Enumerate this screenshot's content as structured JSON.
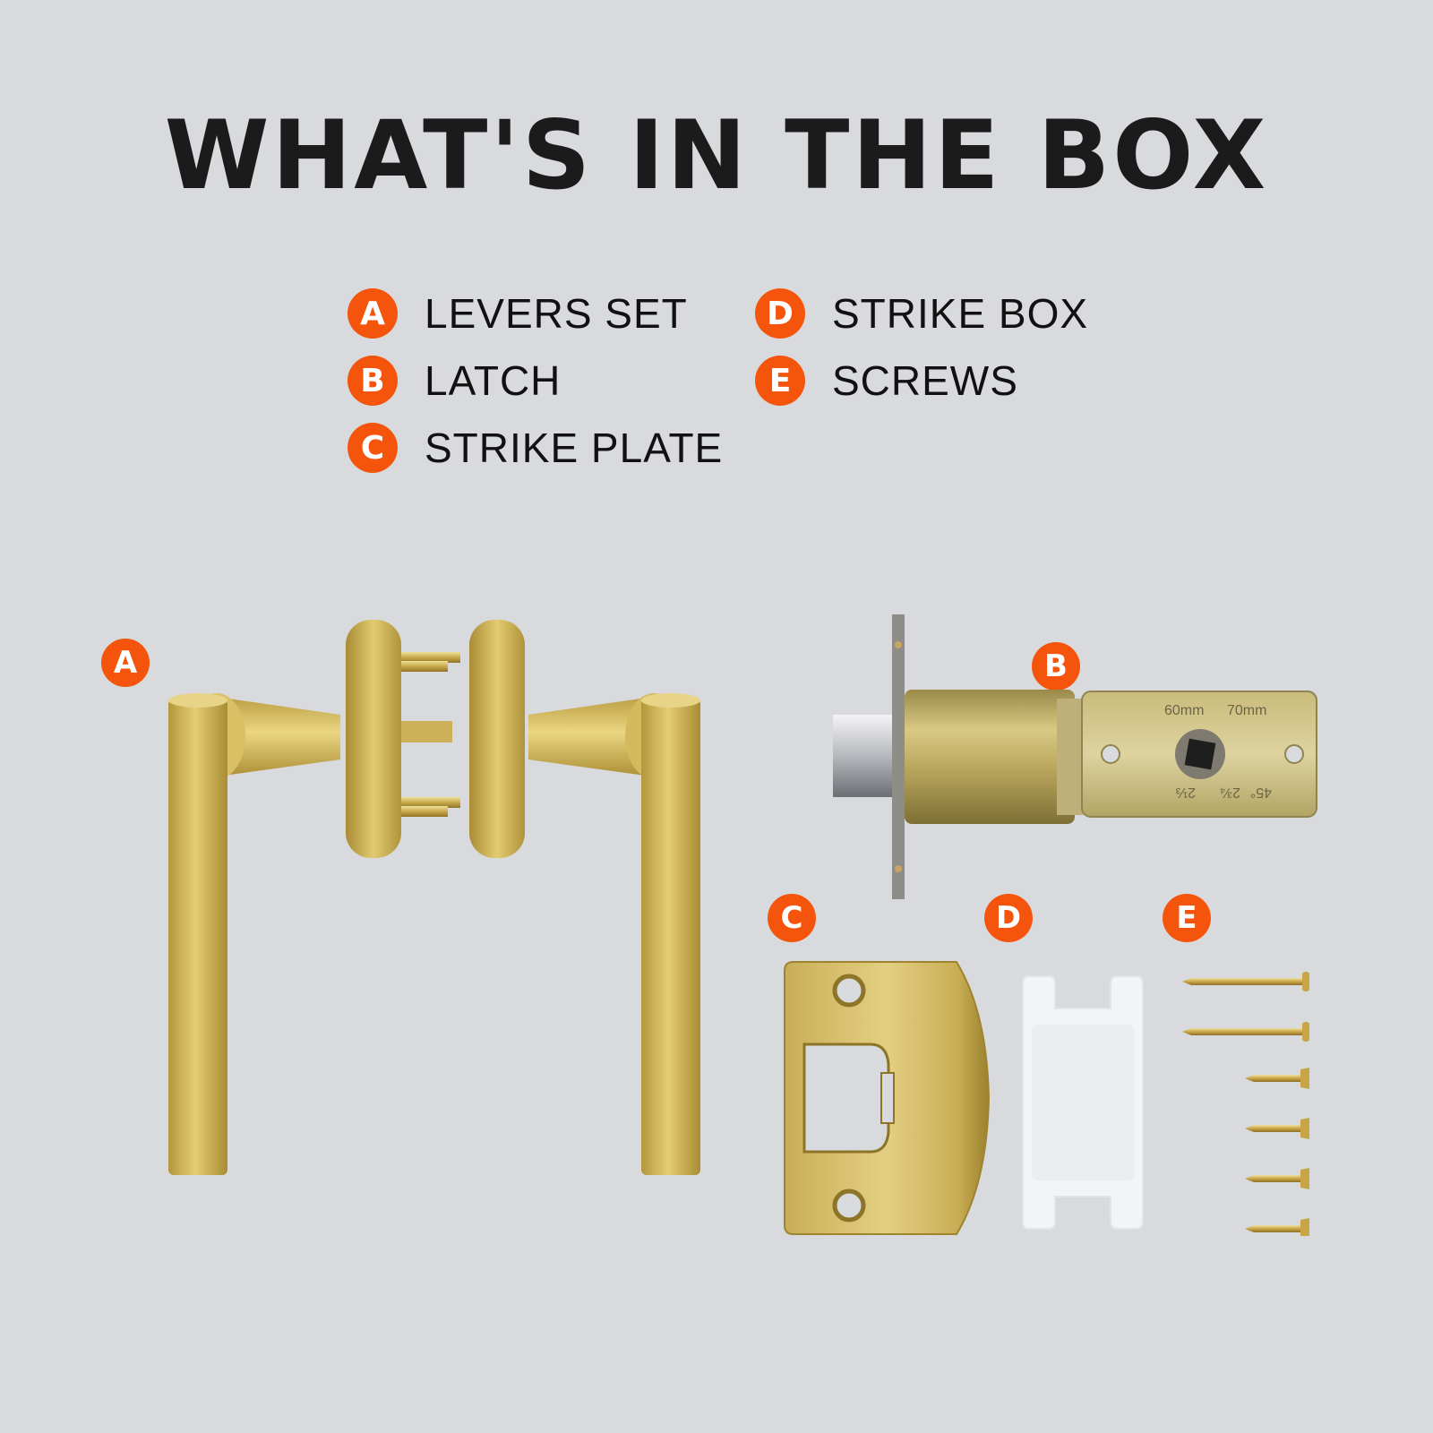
{
  "title": "WHAT'S IN THE BOX",
  "legend": [
    {
      "letter": "A",
      "label": "LEVERS SET"
    },
    {
      "letter": "B",
      "label": "LATCH"
    },
    {
      "letter": "C",
      "label": "STRIKE PLATE"
    },
    {
      "letter": "D",
      "label": "STRIKE BOX"
    },
    {
      "letter": "E",
      "label": "SCREWS"
    }
  ],
  "latch_markings": {
    "backset_60": "60mm",
    "backset_70": "70mm",
    "backset_in_1": "2⅓",
    "backset_in_2": "2¾",
    "angle": "45°"
  },
  "colors": {
    "background": "#d8dadd",
    "badge": "#f4540c",
    "brass": "#d2b552",
    "brass_dark": "#a88c32"
  }
}
